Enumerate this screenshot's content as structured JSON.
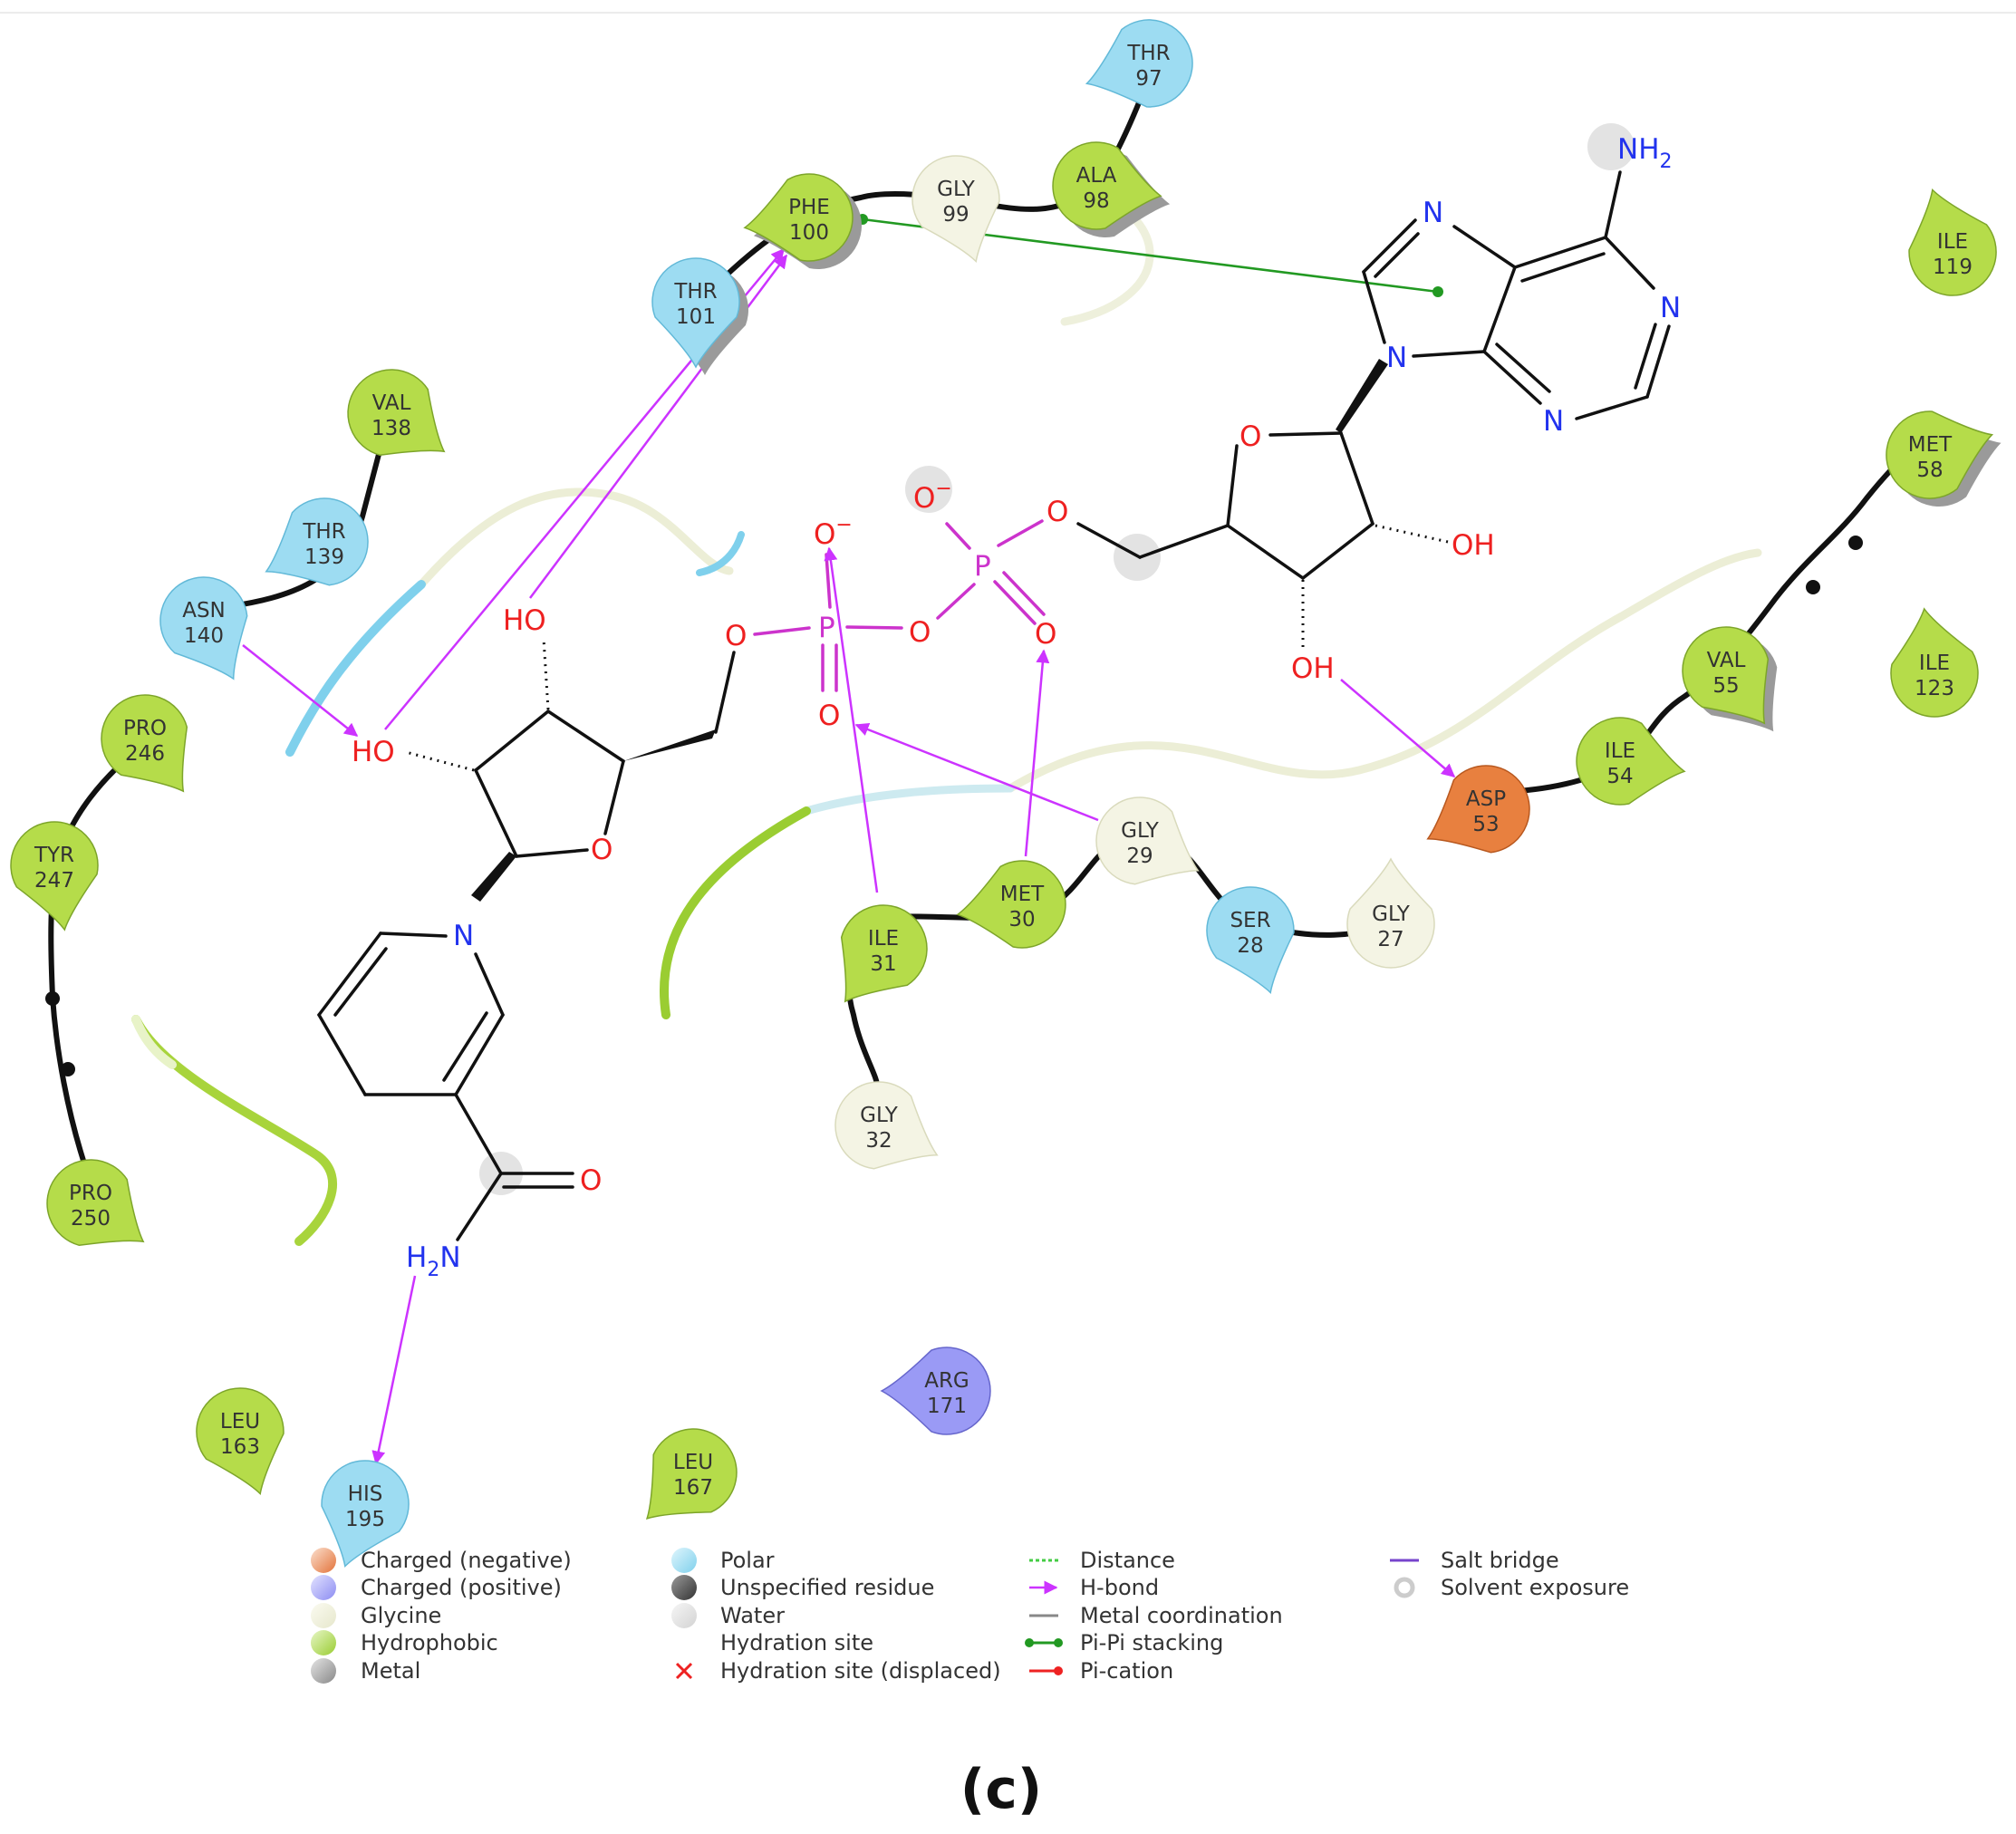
{
  "panel_caption": "(c)",
  "colors": {
    "hydrophobic": "#9acd32",
    "polar": "#7fd0ec",
    "glycine": "#ecedd6",
    "charged_negative": "#e3733a",
    "charged_positive": "#8c8cf2",
    "unspecified": "#555555",
    "water": "#dddddd",
    "metal": "#999999",
    "hbond": "#cc33ff",
    "pipi": "#229922",
    "pication": "#ee2222",
    "salt_bridge": "#7744cc",
    "distance": "#44cc44",
    "phosphorus": "#cc33cc",
    "oxygen": "#ee2020",
    "nitrogen": "#2233ee",
    "bond": "#111111"
  },
  "residues": [
    {
      "id": "thr97",
      "name": "THR",
      "num": "97",
      "type": "polar"
    },
    {
      "id": "ala98",
      "name": "ALA",
      "num": "98",
      "type": "hydrophobic"
    },
    {
      "id": "gly99",
      "name": "GLY",
      "num": "99",
      "type": "glycine"
    },
    {
      "id": "phe100",
      "name": "PHE",
      "num": "100",
      "type": "hydrophobic"
    },
    {
      "id": "thr101",
      "name": "THR",
      "num": "101",
      "type": "polar"
    },
    {
      "id": "ile119",
      "name": "ILE",
      "num": "119",
      "type": "hydrophobic"
    },
    {
      "id": "val138",
      "name": "VAL",
      "num": "138",
      "type": "hydrophobic"
    },
    {
      "id": "thr139",
      "name": "THR",
      "num": "139",
      "type": "polar"
    },
    {
      "id": "asn140",
      "name": "ASN",
      "num": "140",
      "type": "polar"
    },
    {
      "id": "met58",
      "name": "MET",
      "num": "58",
      "type": "hydrophobic"
    },
    {
      "id": "val55",
      "name": "VAL",
      "num": "55",
      "type": "hydrophobic"
    },
    {
      "id": "ile123",
      "name": "ILE",
      "num": "123",
      "type": "hydrophobic"
    },
    {
      "id": "ile54",
      "name": "ILE",
      "num": "54",
      "type": "hydrophobic"
    },
    {
      "id": "asp53",
      "name": "ASP",
      "num": "53",
      "type": "charged_negative"
    },
    {
      "id": "pro246",
      "name": "PRO",
      "num": "246",
      "type": "hydrophobic"
    },
    {
      "id": "tyr247",
      "name": "TYR",
      "num": "247",
      "type": "hydrophobic"
    },
    {
      "id": "pro250",
      "name": "PRO",
      "num": "250",
      "type": "hydrophobic"
    },
    {
      "id": "gly29",
      "name": "GLY",
      "num": "29",
      "type": "glycine"
    },
    {
      "id": "ser28",
      "name": "SER",
      "num": "28",
      "type": "polar"
    },
    {
      "id": "gly27",
      "name": "GLY",
      "num": "27",
      "type": "glycine"
    },
    {
      "id": "met30",
      "name": "MET",
      "num": "30",
      "type": "hydrophobic"
    },
    {
      "id": "ile31",
      "name": "ILE",
      "num": "31",
      "type": "hydrophobic"
    },
    {
      "id": "gly32",
      "name": "GLY",
      "num": "32",
      "type": "glycine"
    },
    {
      "id": "leu163",
      "name": "LEU",
      "num": "163",
      "type": "hydrophobic"
    },
    {
      "id": "his195",
      "name": "HIS",
      "num": "195",
      "type": "polar"
    },
    {
      "id": "leu167",
      "name": "LEU",
      "num": "167",
      "type": "hydrophobic"
    },
    {
      "id": "arg171",
      "name": "ARG",
      "num": "171",
      "type": "charged_positive"
    }
  ],
  "atom_labels": {
    "nh2": "NH",
    "nh2_sub": "2",
    "n7": "N",
    "n1": "N",
    "n9": "N",
    "n3": "N",
    "o_ribose_a": "O",
    "oh_a2": "OH",
    "oh_a3": "OH",
    "o5_a": "O",
    "p_a": "P",
    "o_minus_a": "O",
    "minus_a": "−",
    "o_double_a": "O",
    "o_bridge": "O",
    "p_n": "P",
    "o_minus_n": "O",
    "minus_n": "−",
    "o_double_n": "O",
    "o5_n": "O",
    "ho_n3": "HO",
    "ho_n2": "HO",
    "o_ribose_n": "O",
    "n_pyr": "N",
    "o_amide": "O",
    "h2n_h": "H",
    "h2n_sub": "2",
    "h2n_n": "N"
  },
  "legend": [
    {
      "label": "Charged (negative)",
      "symbol": "charged_negative"
    },
    {
      "label": "Charged (positive)",
      "symbol": "charged_positive"
    },
    {
      "label": "Glycine",
      "symbol": "glycine"
    },
    {
      "label": "Hydrophobic",
      "symbol": "hydrophobic"
    },
    {
      "label": "Metal",
      "symbol": "metal"
    },
    {
      "label": "Polar",
      "symbol": "polar"
    },
    {
      "label": "Unspecified residue",
      "symbol": "unspecified"
    },
    {
      "label": "Water",
      "symbol": "water"
    },
    {
      "label": "Hydration site",
      "symbol": "none"
    },
    {
      "label": "Hydration site (displaced)",
      "symbol": "cross"
    },
    {
      "label": "Distance",
      "symbol": "distance"
    },
    {
      "label": "H-bond",
      "symbol": "hbond"
    },
    {
      "label": "Metal coordination",
      "symbol": "metal_coord"
    },
    {
      "label": "Pi-Pi stacking",
      "symbol": "pipi"
    },
    {
      "label": "Pi-cation",
      "symbol": "pication"
    },
    {
      "label": "Salt bridge",
      "symbol": "salt_bridge"
    },
    {
      "label": "Solvent exposure",
      "symbol": "solvent"
    }
  ]
}
